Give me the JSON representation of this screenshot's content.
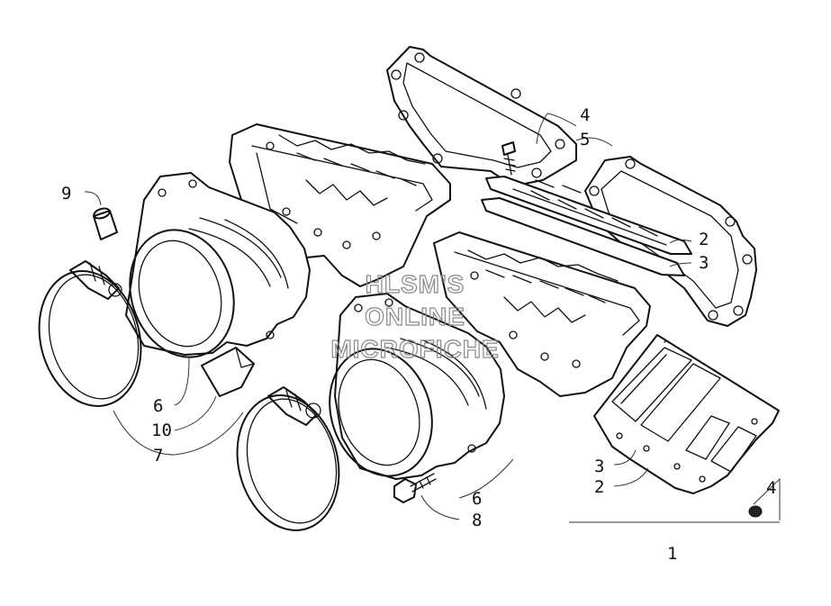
{
  "diagram": {
    "callouts": {
      "c9": "9",
      "c4_top": "4",
      "c5": "5",
      "c2_right": "2",
      "c3_right": "3",
      "c6_left": "6",
      "c10": "10",
      "c7": "7",
      "c3_bottom": "3",
      "c2_bottom": "2",
      "c4_bottom": "4",
      "c6_bottom": "6",
      "c8": "8",
      "c1": "1"
    },
    "watermark": {
      "line1": "HLSM'S",
      "line2": "ONLINE",
      "line3": "MICROFICHE"
    }
  }
}
